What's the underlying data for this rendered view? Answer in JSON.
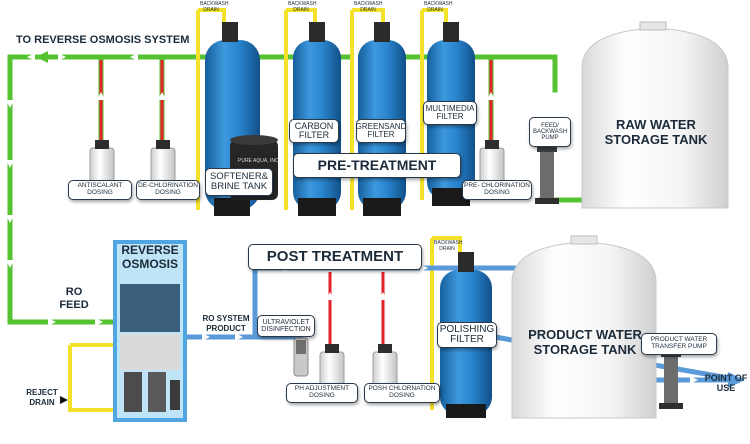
{
  "labels": {
    "to_ro_system": "TO REVERSE OSMOSIS SYSTEM",
    "backwash_drain": "BACKWASH DRAIN",
    "carbon_filter": "CARBON FILTER",
    "greensand_filter": "GREENSAND FILTER",
    "multimedia_filter": "MULTIMEDIA FILTER",
    "raw_water_tank": "RAW WATER STORAGE TANK",
    "feed_backwash_pump": "FEED/ BACKWASH PUMP",
    "antiscalant_dosing": "ANTISCALANT DOSING",
    "dechlorination_dosing": "DE-CHLORINATION DOSING",
    "softener_brine_tank": "SOFTENER& BRINE TANK",
    "pre_treatment": "PRE-TREATMENT",
    "pre_chlorination_dosing": "PRE- CHLORINATION DOSING",
    "reverse_osmosis": "REVERSE OSMOSIS",
    "post_treatment": "POST TREATMENT",
    "ro_feed": "RO FEED",
    "ro_system_product": "RO SYSTEM PRODUCT",
    "uv_disinfection": "ULTRAVIOLET DISINFECTION",
    "polishing_filter": "POLISHING FILTER",
    "product_water_tank": "PRODUCT WATER STORAGE TANK",
    "product_transfer_pump": "PRODUCT WATER TRANSFER PUMP",
    "reject_drain": "REJECT DRAIN",
    "point_of_use": "POINT OF USE",
    "ph_adjustment_dosing": "PH ADJUSTMENT DOSING",
    "post_chlorination_dosing": "POSH CHLORNATION DOSING",
    "softener_brand": "PURE AQUA, INC."
  },
  "colors": {
    "green_pipe": "#55c232",
    "yellow_pipe": "#f3e12a",
    "blue_pipe": "#5b9ad8",
    "red_pipe": "#e4232a",
    "vessel_blue": "#1f7fc8",
    "tank_white": "#f2f2f2",
    "ro_frame": "#4fa6e0"
  }
}
